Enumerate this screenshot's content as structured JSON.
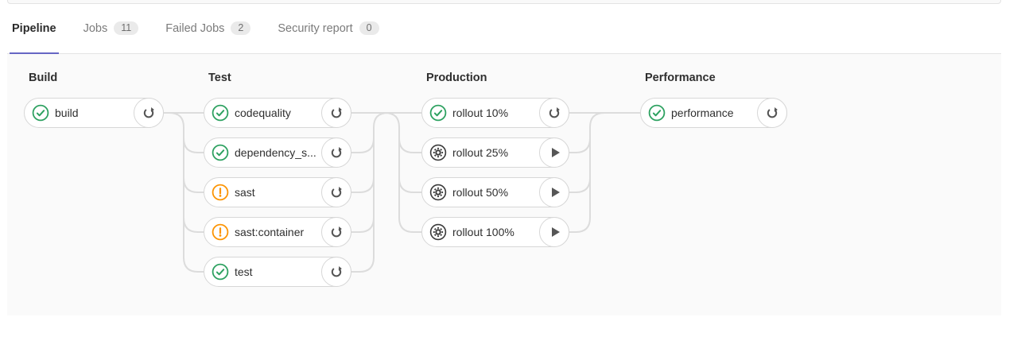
{
  "tabs": {
    "items": [
      {
        "label": "Pipeline",
        "active": true
      },
      {
        "label": "Jobs",
        "badge": "11"
      },
      {
        "label": "Failed Jobs",
        "badge": "2"
      },
      {
        "label": "Security report",
        "badge": "0"
      }
    ]
  },
  "pipeline": {
    "stages": [
      {
        "name": "Build",
        "jobs": [
          {
            "label": "build",
            "status": "success",
            "action": "retry"
          }
        ]
      },
      {
        "name": "Test",
        "jobs": [
          {
            "label": "codequality",
            "status": "success",
            "action": "retry"
          },
          {
            "label": "dependency_s...",
            "status": "success",
            "action": "retry"
          },
          {
            "label": "sast",
            "status": "warning",
            "action": "retry"
          },
          {
            "label": "sast:container",
            "status": "warning",
            "action": "retry"
          },
          {
            "label": "test",
            "status": "success",
            "action": "retry"
          }
        ]
      },
      {
        "name": "Production",
        "jobs": [
          {
            "label": "rollout 10%",
            "status": "success",
            "action": "retry"
          },
          {
            "label": "rollout 25%",
            "status": "manual",
            "action": "play"
          },
          {
            "label": "rollout 50%",
            "status": "manual",
            "action": "play"
          },
          {
            "label": "rollout 100%",
            "status": "manual",
            "action": "play"
          }
        ]
      },
      {
        "name": "Performance",
        "jobs": [
          {
            "label": "performance",
            "status": "success",
            "action": "retry"
          }
        ]
      }
    ]
  },
  "colors": {
    "accent": "#6666c4",
    "success": "#2da160",
    "warning": "#fc9403",
    "manual": "#3a3a3a",
    "connector": "#dcdcdc"
  }
}
